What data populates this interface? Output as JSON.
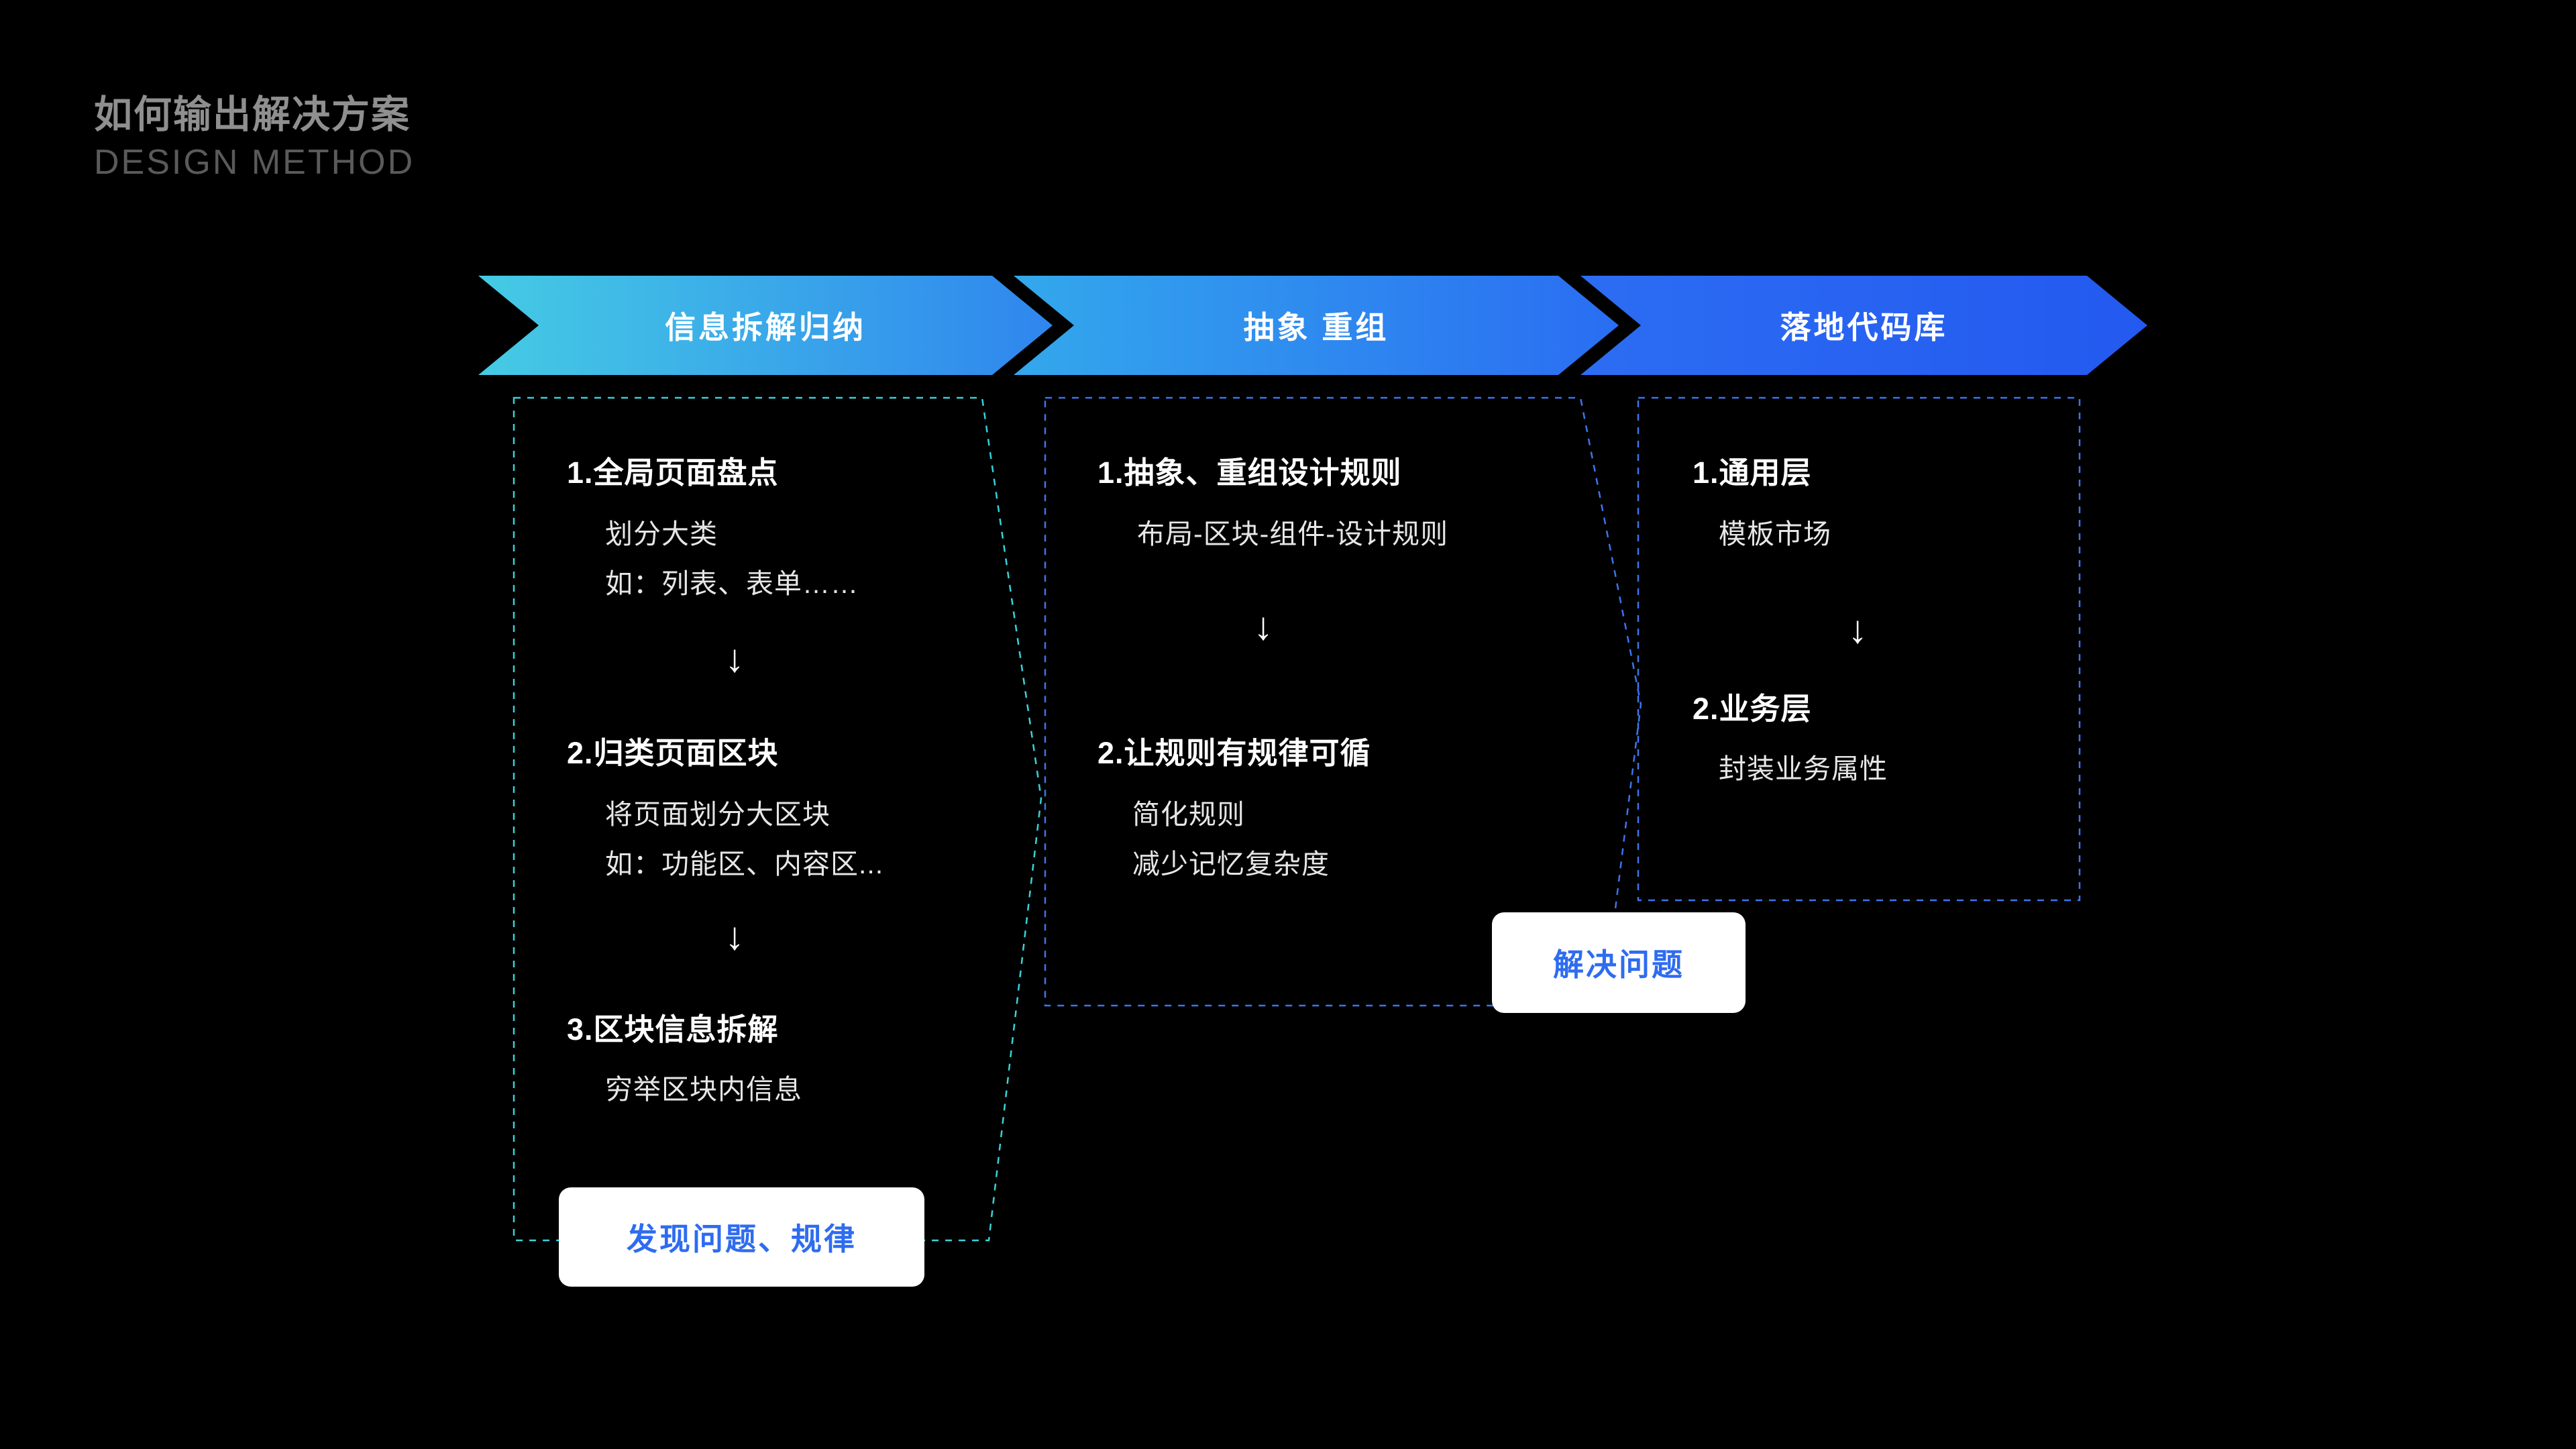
{
  "header": {
    "title": "如何输出解决方案",
    "subtitle": "DESIGN METHOD"
  },
  "arrows": [
    {
      "label": "信息拆解归纳",
      "from": "#45cbe4",
      "to": "#2f86ee"
    },
    {
      "label": "抽象 重组",
      "from": "#33a8ec",
      "to": "#2a6df2"
    },
    {
      "label": "落地代码库",
      "from": "#2c6df3",
      "to": "#2359ef"
    }
  ],
  "columns": [
    {
      "steps": [
        {
          "heading": "1.全局页面盘点",
          "lines": [
            "划分大类",
            "如：列表、表单……"
          ]
        },
        {
          "heading": "2.归类页面区块",
          "lines": [
            "将页面划分大区块",
            "如：功能区、内容区..."
          ]
        },
        {
          "heading": "3.区块信息拆解",
          "lines": [
            "穷举区块内信息"
          ]
        }
      ],
      "badge": "发现问题、规律"
    },
    {
      "steps": [
        {
          "heading": "1.抽象、重组设计规则",
          "lines": [
            "布局-区块-组件-设计规则"
          ]
        },
        {
          "heading": "2.让规则有规律可循",
          "lines": [
            "简化规则",
            "减少记忆复杂度"
          ]
        }
      ],
      "badge": "解决问题"
    },
    {
      "steps": [
        {
          "heading": "1.通用层",
          "lines": [
            "模板市场"
          ]
        },
        {
          "heading": "2.业务层",
          "lines": [
            "封装业务属性"
          ]
        }
      ]
    }
  ],
  "glyphs": {
    "down_arrow": "↓"
  },
  "colors": {
    "accent_blue": "#2e6cf0",
    "box1_border": "#38d2da",
    "box2_border": "#3d74ee",
    "box3_border": "#3d74ee",
    "title_gray": "#8f8f8f",
    "subtitle_gray": "#5a5a5a",
    "body_text": "#e6e6e6"
  }
}
